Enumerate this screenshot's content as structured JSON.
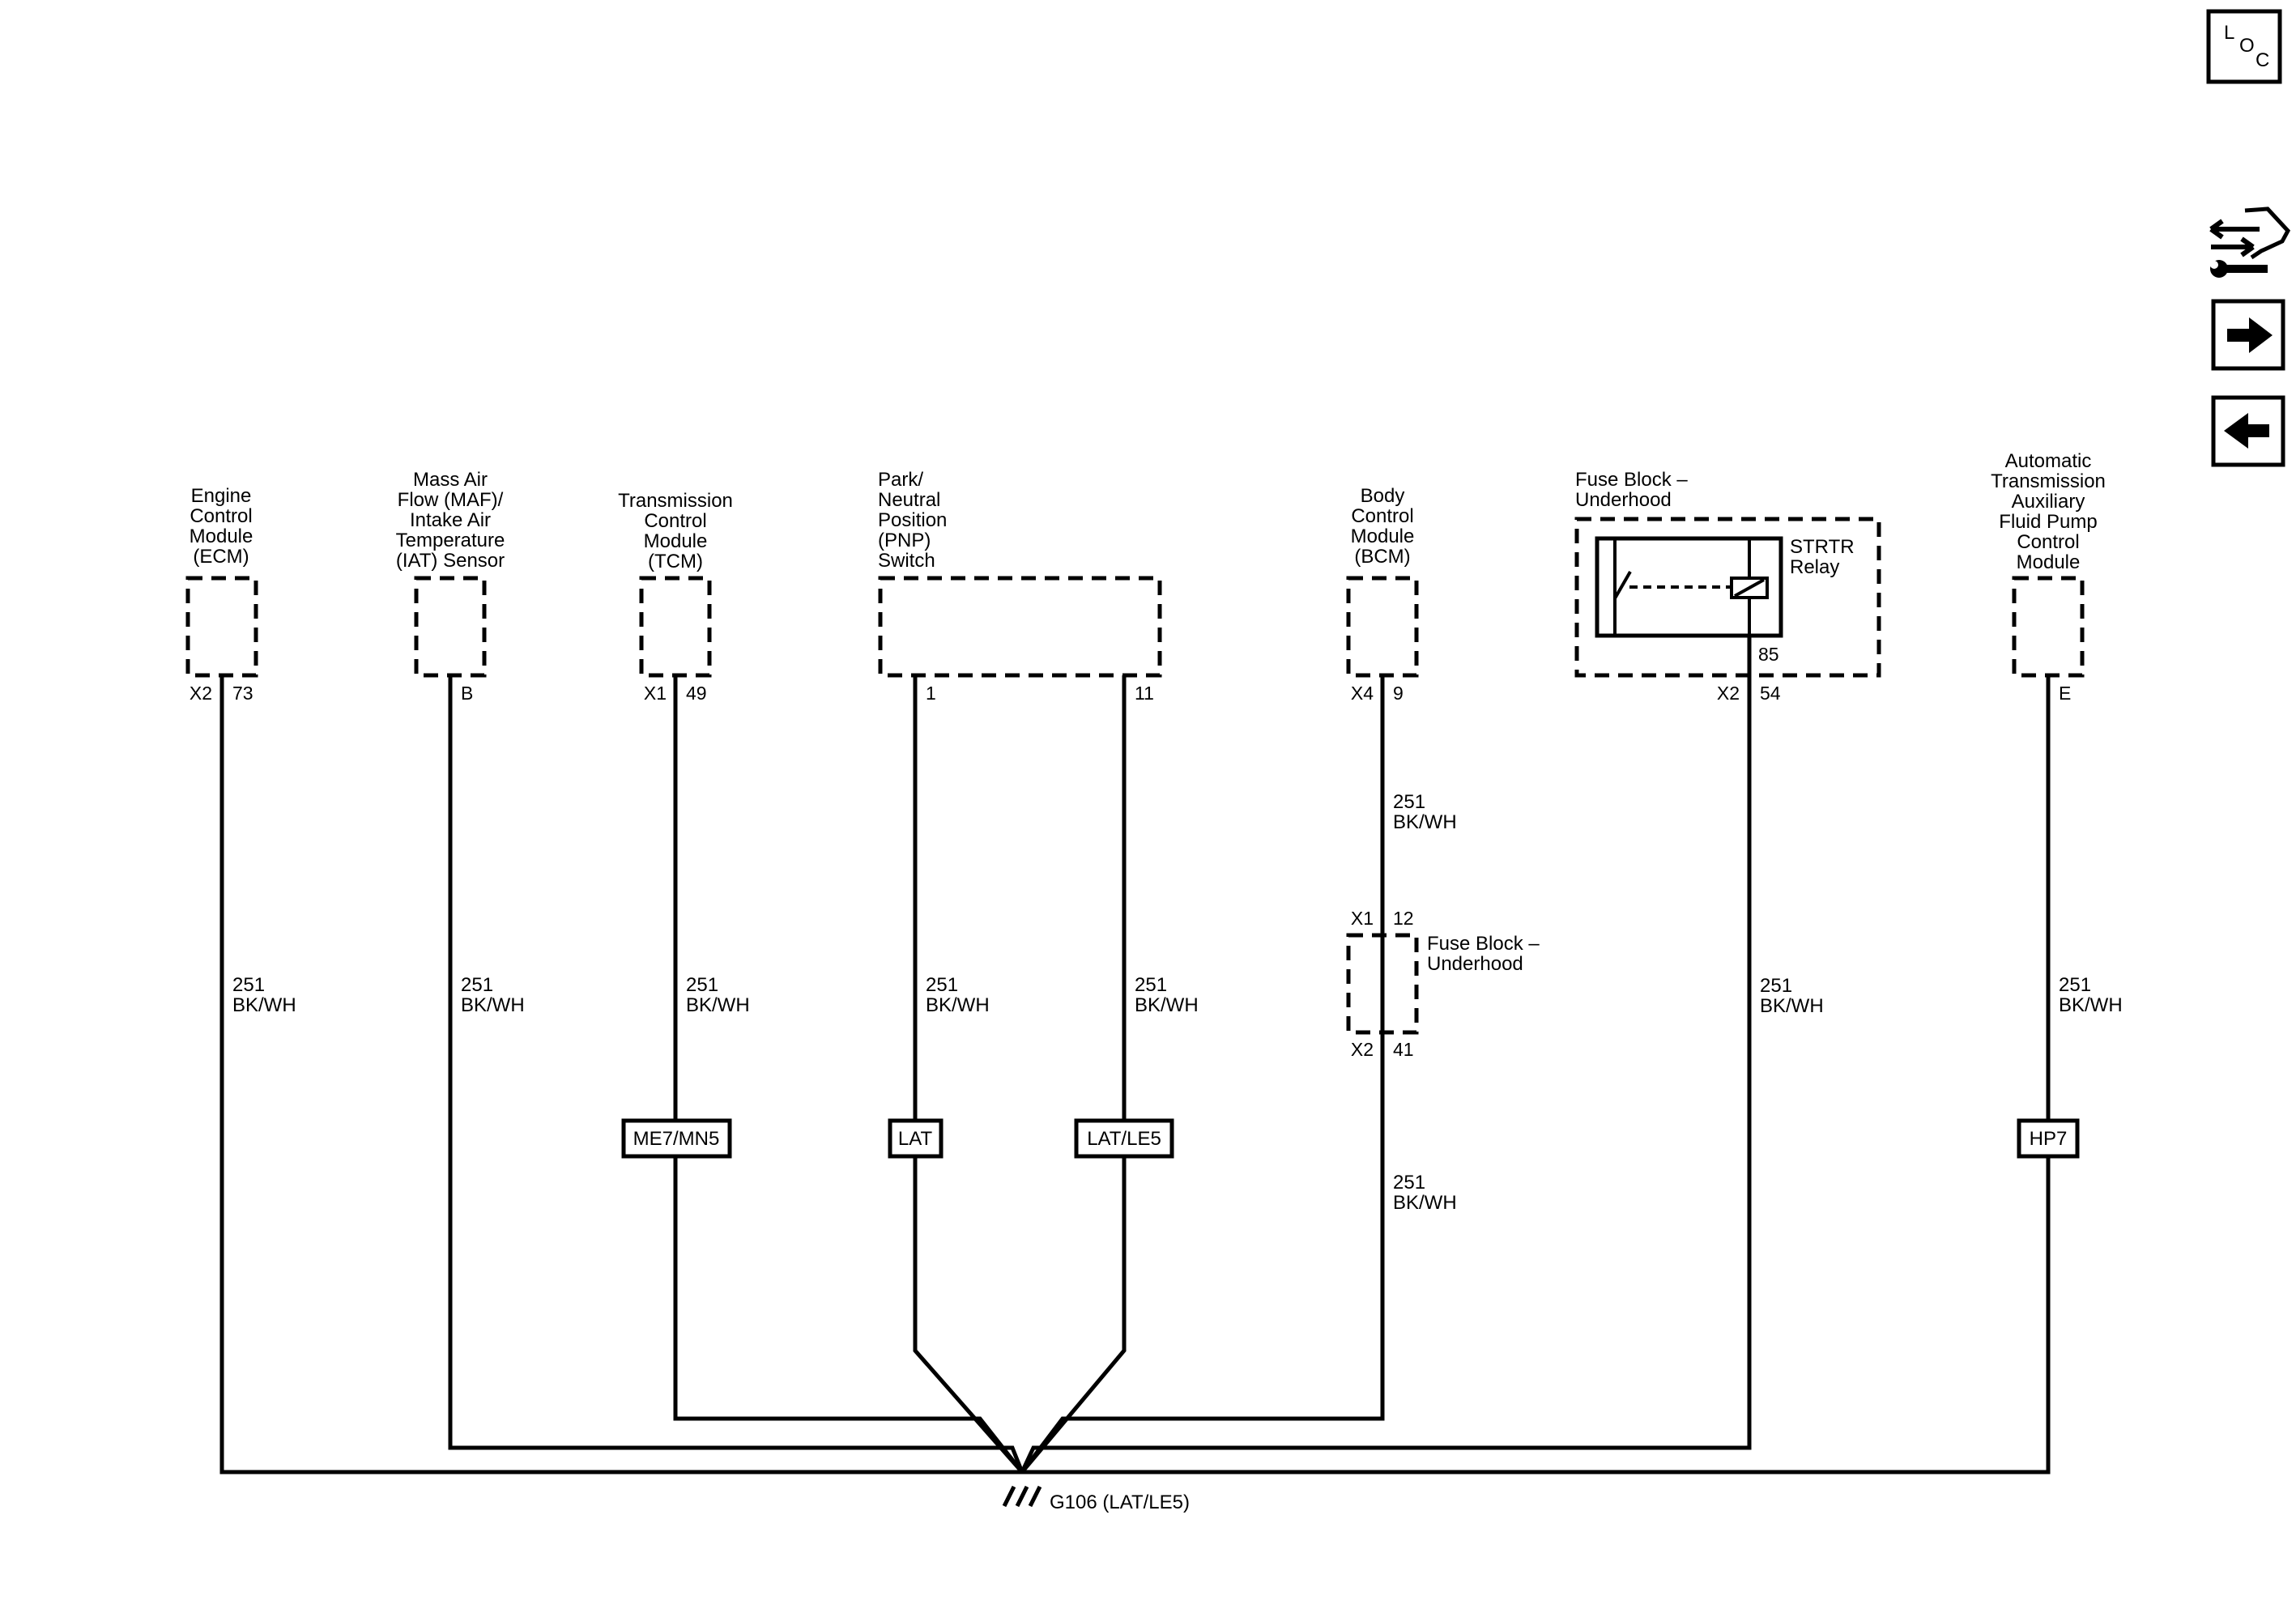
{
  "side_icons": {
    "loc": {
      "l": "L",
      "o": "O",
      "c": "C"
    },
    "icons": [
      "loc-icon",
      "component-tool-icon",
      "arrow-right-icon",
      "arrow-left-icon"
    ]
  },
  "components": {
    "ecm": {
      "lines": [
        "Engine",
        "Control",
        "Module",
        "(ECM)"
      ],
      "connector": "X2",
      "pin": "73"
    },
    "maf": {
      "lines": [
        "Mass Air",
        "Flow (MAF)/",
        "Intake Air",
        "Temperature",
        "(IAT) Sensor"
      ],
      "pin": "B"
    },
    "tcm": {
      "lines": [
        "Transmission",
        "Control",
        "Module",
        "(TCM)"
      ],
      "connector": "X1",
      "pin": "49"
    },
    "pnp": {
      "lines": [
        "Park/",
        "Neutral",
        "Position",
        "(PNP)",
        "Switch"
      ],
      "pin_a": "1",
      "pin_b": "11"
    },
    "bcm": {
      "lines": [
        "Body",
        "Control",
        "Module",
        "(BCM)"
      ],
      "connector": "X4",
      "pin": "9"
    },
    "fuse_block_top": {
      "lines": [
        "Fuse Block –",
        "Underhood"
      ],
      "relay_lines": [
        "STRTR",
        "Relay"
      ],
      "relay_pin": "85",
      "connector": "X2",
      "pin": "54"
    },
    "fuse_block_mid": {
      "lines": [
        "Fuse Block –",
        "Underhood"
      ],
      "top_connector": "X1",
      "top_pin": "12",
      "bottom_connector": "X2",
      "bottom_pin": "41"
    },
    "aux_pump": {
      "lines": [
        "Automatic",
        "Transmission",
        "Auxiliary",
        "Fluid Pump",
        "Control",
        "Module"
      ],
      "pin": "E"
    }
  },
  "wires": {
    "circuit": "251",
    "color": "BK/WH"
  },
  "options": {
    "tcm": "ME7/MN5",
    "pnp_a": "LAT",
    "pnp_b": "LAT/LE5",
    "aux": "HP7"
  },
  "ground": {
    "label": "G106 (LAT/LE5)"
  }
}
